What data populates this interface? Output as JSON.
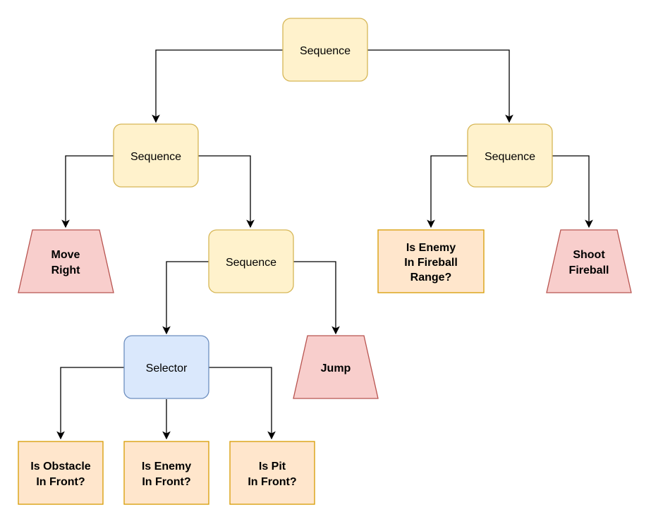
{
  "colors": {
    "composite_fill": "#fff2cc",
    "composite_stroke": "#d6b656",
    "selector_fill": "#dae8fc",
    "selector_stroke": "#6c8ebf",
    "action_fill": "#f8cecc",
    "action_stroke": "#b85450",
    "condition_fill": "#ffe6cc",
    "condition_stroke": "#d79b00",
    "edge": "#000000"
  },
  "nodes": {
    "root_sequence": {
      "label": "Sequence"
    },
    "left_sequence": {
      "label": "Sequence"
    },
    "right_sequence": {
      "label": "Sequence"
    },
    "inner_sequence": {
      "label": "Sequence"
    },
    "selector": {
      "label": "Selector"
    },
    "move_right": {
      "label_line1": "Move",
      "label_line2": "Right"
    },
    "jump": {
      "label": "Jump"
    },
    "shoot_fireball": {
      "label_line1": "Shoot",
      "label_line2": "Fireball"
    },
    "enemy_in_fireball_range": {
      "label_line1": "Is Enemy",
      "label_line2": "In Fireball",
      "label_line3": "Range?"
    },
    "obstacle_in_front": {
      "label_line1": "Is Obstacle",
      "label_line2": "In Front?"
    },
    "enemy_in_front": {
      "label_line1": "Is Enemy",
      "label_line2": "In Front?"
    },
    "pit_in_front": {
      "label_line1": "Is Pit",
      "label_line2": "In Front?"
    }
  }
}
